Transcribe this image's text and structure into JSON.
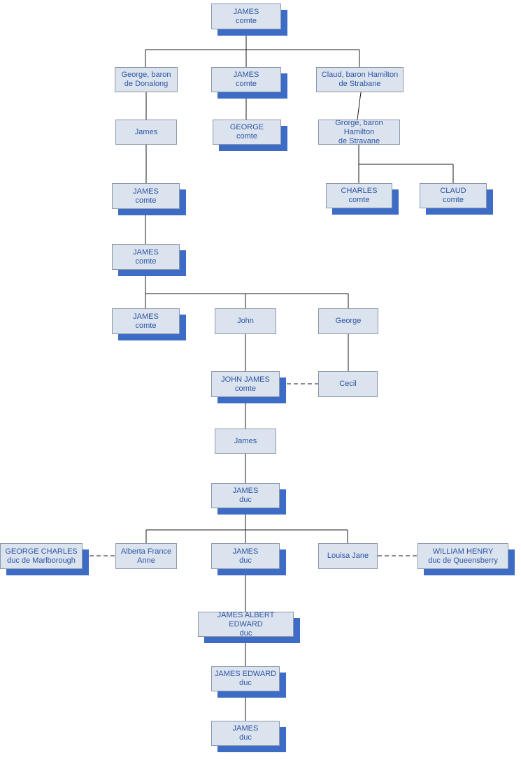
{
  "diagram_type": "family-tree",
  "colors": {
    "box_fill": "#dbe3ee",
    "box_border": "#8b97a9",
    "box_shadow": "#3d6cc6",
    "text": "#2d55a5",
    "line": "#1a1a1a",
    "background": "#ffffff"
  },
  "nodes": {
    "james_comte_1": {
      "line1": "JAMES",
      "line2": "comte"
    },
    "george_donalong": {
      "line1": "George, baron",
      "line2": "de Donalong"
    },
    "james_comte_2": {
      "line1": "JAMES",
      "line2": "comte"
    },
    "claud_strabane": {
      "line1": "Claud, baron Hamilton",
      "line2": "de Strabane"
    },
    "james_3": {
      "line1": "James"
    },
    "george_comte": {
      "line1": "GEORGE",
      "line2": "comte"
    },
    "grorge_stravane": {
      "line1": "Grorge, baron Hamilton",
      "line2": "de Stravane"
    },
    "james_comte_4": {
      "line1": "JAMES",
      "line2": "comte"
    },
    "charles_comte": {
      "line1": "CHARLES",
      "line2": "comte"
    },
    "claud_comte": {
      "line1": "CLAUD",
      "line2": "comte"
    },
    "james_comte_5": {
      "line1": "JAMES",
      "line2": "comte"
    },
    "james_comte_6": {
      "line1": "JAMES",
      "line2": "comte"
    },
    "john": {
      "line1": "John"
    },
    "george": {
      "line1": "George"
    },
    "john_james_comte": {
      "line1": "JOHN JAMES",
      "line2": "comte"
    },
    "cecil": {
      "line1": "Cecil"
    },
    "james_8": {
      "line1": "James"
    },
    "james_duc_1": {
      "line1": "JAMES",
      "line2": "duc"
    },
    "george_charles": {
      "line1": "GEORGE CHARLES",
      "line2": "duc de Marlborough"
    },
    "alberta": {
      "line1": "Alberta France",
      "line2": "Anne"
    },
    "james_duc_2": {
      "line1": "JAMES",
      "line2": "duc"
    },
    "louisa": {
      "line1": "Louisa Jane"
    },
    "william_henry": {
      "line1": "WILLIAM HENRY",
      "line2": "duc de Queensberry"
    },
    "james_albert_edward": {
      "line1": "JAMES ALBERT EDWARD",
      "line2": "duc"
    },
    "james_edward": {
      "line1": "JAMES EDWARD",
      "line2": "duc"
    },
    "james_duc_3": {
      "line1": "JAMES",
      "line2": "duc"
    }
  },
  "edges": [
    {
      "parent": "james_comte_1",
      "children": [
        "george_donalong",
        "james_comte_2",
        "claud_strabane"
      ]
    },
    {
      "parent": "george_donalong",
      "children": [
        "james_3"
      ]
    },
    {
      "parent": "james_comte_2",
      "children": [
        "george_comte"
      ]
    },
    {
      "parent": "claud_strabane",
      "children": [
        "grorge_stravane"
      ]
    },
    {
      "parent": "james_3",
      "children": [
        "james_comte_4"
      ]
    },
    {
      "parent": "grorge_stravane",
      "children": [
        "charles_comte",
        "claud_comte"
      ]
    },
    {
      "parent": "james_comte_4",
      "children": [
        "james_comte_5"
      ]
    },
    {
      "parent": "james_comte_5",
      "children": [
        "james_comte_6",
        "john",
        "george"
      ]
    },
    {
      "parent": "john",
      "children": [
        "john_james_comte"
      ]
    },
    {
      "parent": "george",
      "children": [
        "cecil"
      ]
    },
    {
      "parent": "john_james_comte",
      "children": [
        "james_8"
      ]
    },
    {
      "parent": "james_8",
      "children": [
        "james_duc_1"
      ]
    },
    {
      "parent": "james_duc_1",
      "children": [
        "alberta",
        "james_duc_2",
        "louisa"
      ]
    },
    {
      "parent": "james_duc_2",
      "children": [
        "james_albert_edward"
      ]
    },
    {
      "parent": "james_albert_edward",
      "children": [
        "james_edward"
      ]
    },
    {
      "parent": "james_edward",
      "children": [
        "james_duc_3"
      ]
    }
  ],
  "marriages": [
    [
      "john_james_comte",
      "cecil"
    ],
    [
      "george_charles",
      "alberta"
    ],
    [
      "louisa",
      "william_henry"
    ]
  ]
}
